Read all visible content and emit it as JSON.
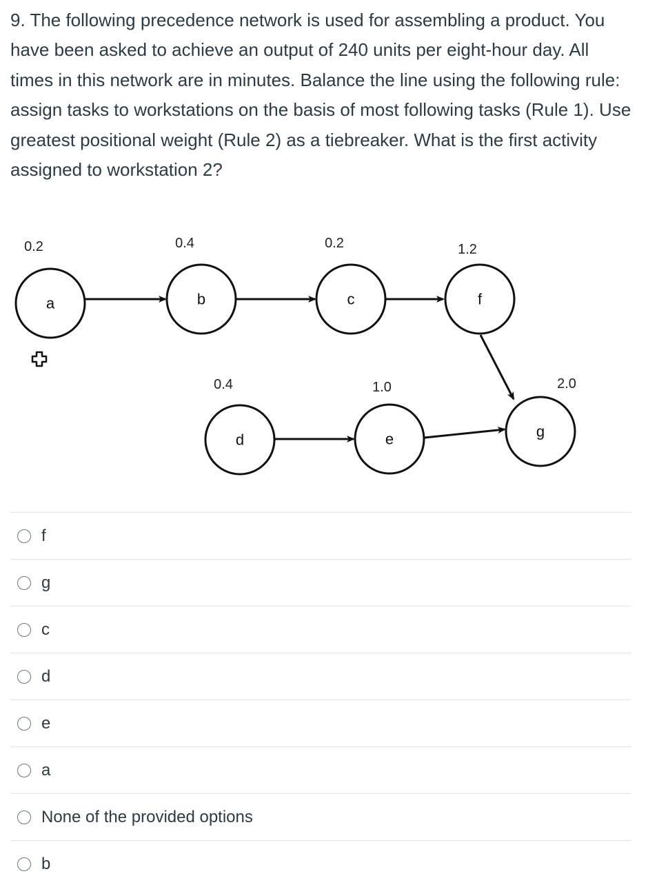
{
  "question": {
    "text": "9. The following precedence network is used for assembling a product. You have been asked to achieve an output of 240 units per eight-hour day. All times in this network are in minutes. Balance the line using the following rule: assign tasks to workstations on the basis of most following tasks (Rule 1). Use greatest positional weight (Rule 2) as a tiebreaker. What is the first activity assigned to workstation 2?"
  },
  "network": {
    "nodes": [
      {
        "id": "a",
        "label": "a",
        "time": "0.2"
      },
      {
        "id": "b",
        "label": "b",
        "time": "0.4"
      },
      {
        "id": "c",
        "label": "c",
        "time": "0.2"
      },
      {
        "id": "f",
        "label": "f",
        "time": "1.2"
      },
      {
        "id": "d",
        "label": "d",
        "time": "0.4"
      },
      {
        "id": "e",
        "label": "e",
        "time": "1.0"
      },
      {
        "id": "g",
        "label": "g",
        "time": "2.0"
      }
    ],
    "edges": [
      [
        "a",
        "b"
      ],
      [
        "b",
        "c"
      ],
      [
        "c",
        "f"
      ],
      [
        "f",
        "g"
      ],
      [
        "d",
        "e"
      ],
      [
        "e",
        "g"
      ]
    ],
    "icons": [
      "move-cursor-icon"
    ]
  },
  "answers": [
    {
      "label": "f"
    },
    {
      "label": "g"
    },
    {
      "label": "c"
    },
    {
      "label": "d"
    },
    {
      "label": "e"
    },
    {
      "label": "a"
    },
    {
      "label": "None of the provided options"
    },
    {
      "label": "b"
    }
  ]
}
